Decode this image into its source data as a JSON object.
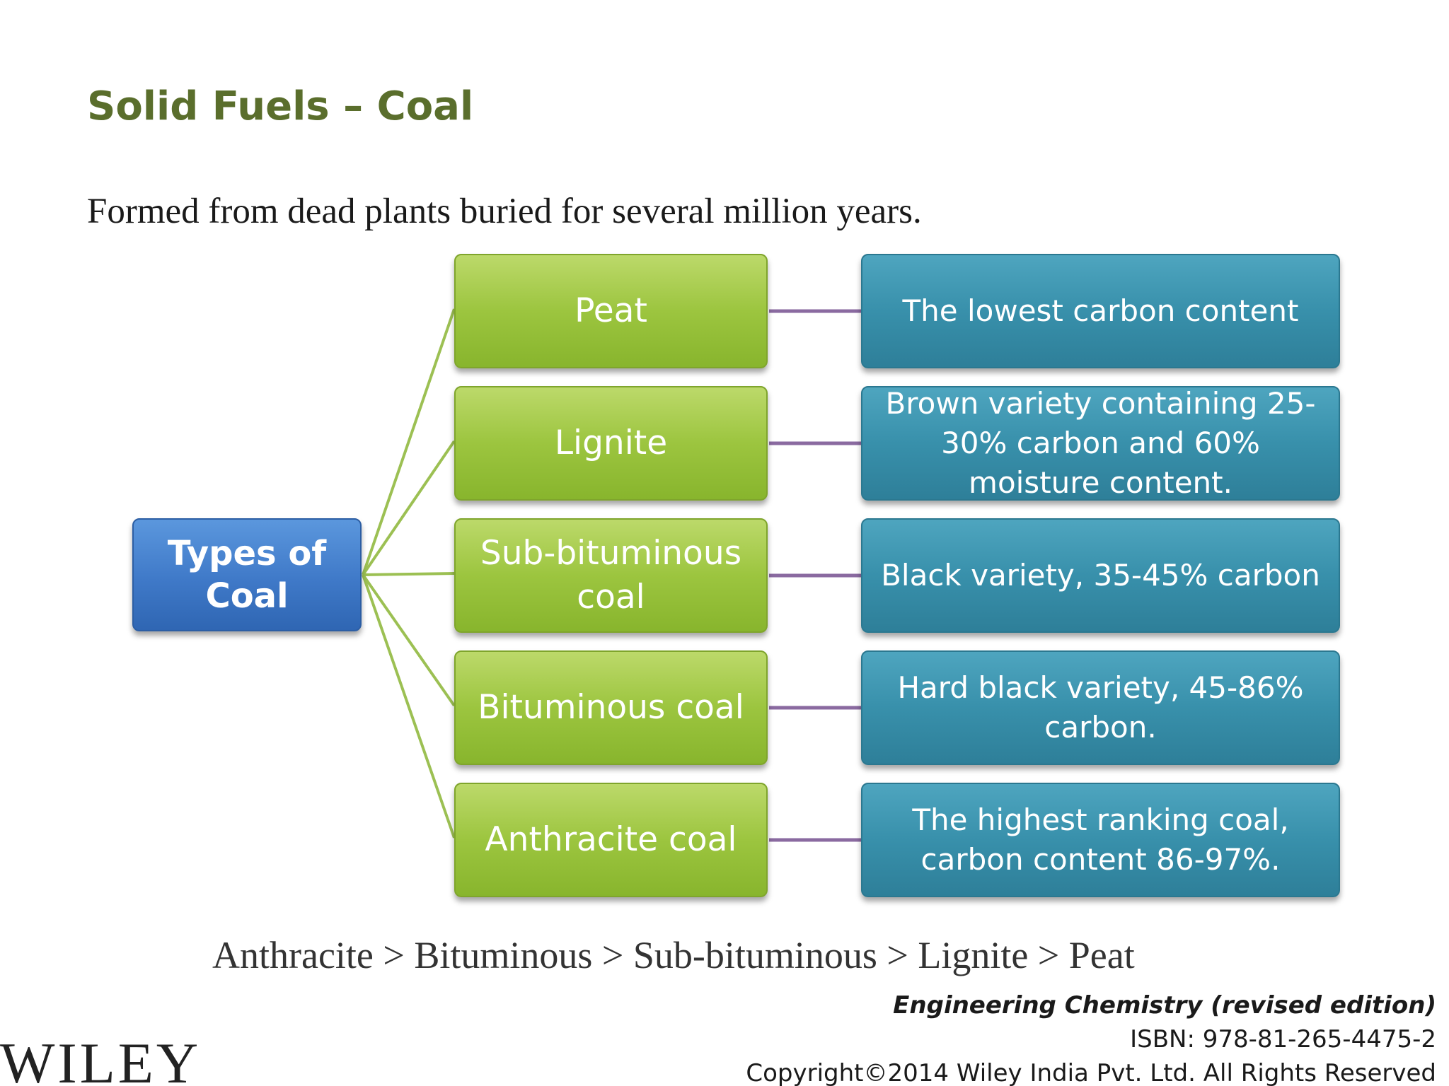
{
  "title": "Solid Fuels – Coal",
  "subtitle": "Formed from dead plants buried for several million years.",
  "diagram": {
    "root": "Types of Coal",
    "types": [
      {
        "name": "Peat",
        "description": "The lowest carbon content"
      },
      {
        "name": "Lignite",
        "description": "Brown variety containing 25-30% carbon and 60% moisture content."
      },
      {
        "name": "Sub-bituminous coal",
        "description": "Black variety, 35-45% carbon"
      },
      {
        "name": "Bituminous coal",
        "description": "Hard black variety, 45-86% carbon."
      },
      {
        "name": "Anthracite coal",
        "description": "The highest ranking coal, carbon content 86-97%."
      }
    ],
    "colors": {
      "root": "#3f79c8",
      "types": "#9cc53f",
      "descriptions": "#3890ab",
      "branch_lines": "#9cc053",
      "connector_lines": "#8a6aa0"
    }
  },
  "ranking": "Anthracite > Bituminous > Sub-bituminous > Lignite > Peat",
  "footer": {
    "book": "Engineering Chemistry (revised edition)",
    "isbn": "ISBN: 978-81-265-4475-2",
    "copyright": "Copyright©2014 Wiley India Pvt. Ltd. All Rights Reserved"
  },
  "logo": "WILEY",
  "title_color": "#5a6e2c"
}
